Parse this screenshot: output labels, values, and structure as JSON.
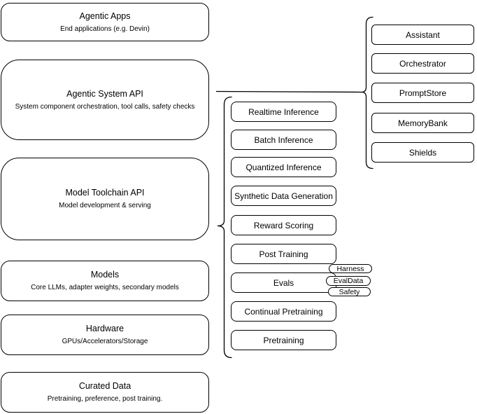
{
  "left_column": {
    "boxes": [
      {
        "title": "Agentic Apps",
        "subtitle": "End applications (e.g. Devin)"
      },
      {
        "title": "Agentic System API",
        "subtitle": "System component orchestration, tool calls, safety checks"
      },
      {
        "title": "Model Toolchain API",
        "subtitle": "Model development & serving"
      },
      {
        "title": "Models",
        "subtitle": "Core LLMs, adapter weights, secondary models"
      },
      {
        "title": "Hardware",
        "subtitle": "GPUs/Accelerators/Storage"
      },
      {
        "title": "Curated Data",
        "subtitle": "Pretraining, preference, post training."
      }
    ]
  },
  "pipeline": {
    "boxes": [
      "Realtime Inference",
      "Batch Inference",
      "Quantized Inference",
      "Synthetic Data Generation",
      "Reward Scoring",
      "Post Training",
      "Evals",
      "Continual Pretraining",
      "Pretraining"
    ]
  },
  "agentic_components": {
    "boxes": [
      "Assistant",
      "Orchestrator",
      "PromptStore",
      "MemoryBank",
      "Shields"
    ]
  },
  "eval_tags": [
    "Harness",
    "EvalData",
    "Safety"
  ],
  "colors": {
    "stroke": "#000000",
    "background": "#ffffff",
    "text": "#000000"
  }
}
